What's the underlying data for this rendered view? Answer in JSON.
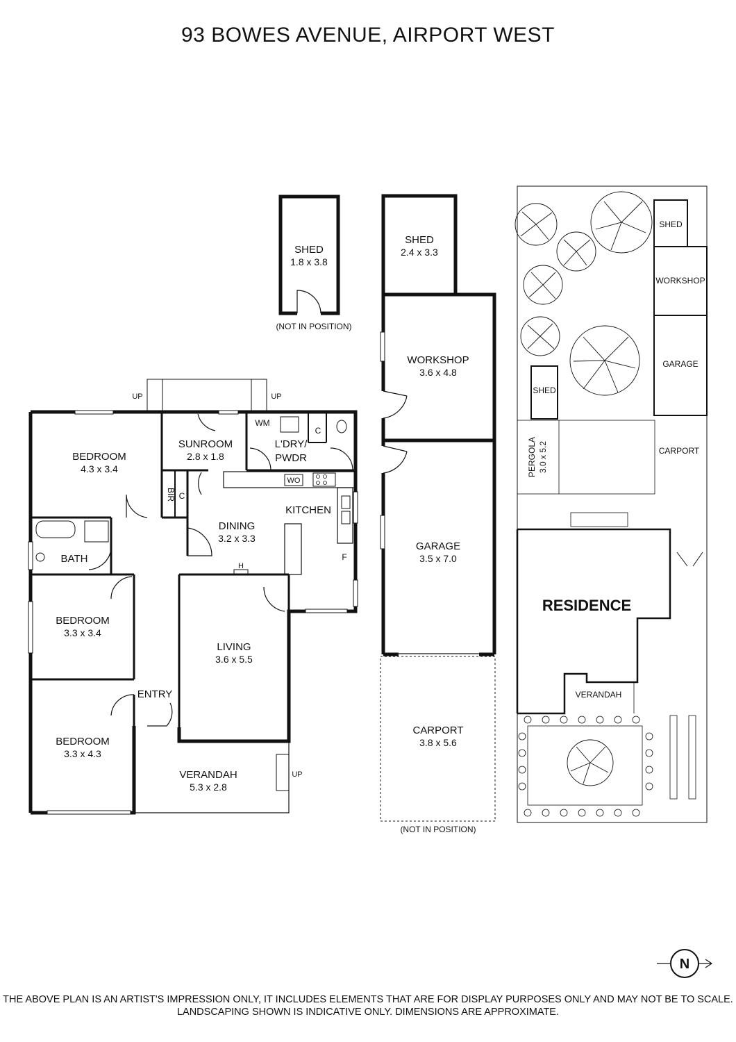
{
  "title": "93 BOWES AVENUE, AIRPORT WEST",
  "rooms": {
    "shed_a": {
      "name": "SHED",
      "dims": "1.8 x 3.8",
      "note": "(NOT IN POSITION)"
    },
    "shed_b": {
      "name": "SHED",
      "dims": "2.4 x 3.3"
    },
    "workshop": {
      "name": "WORKSHOP",
      "dims": "3.6 x 4.8"
    },
    "garage": {
      "name": "GARAGE",
      "dims": "3.5 x 7.0"
    },
    "carport": {
      "name": "CARPORT",
      "dims": "3.8 x 5.6",
      "note": "(NOT IN POSITION)"
    },
    "bedroom1": {
      "name": "BEDROOM",
      "dims": "4.3 x 3.4"
    },
    "sunroom": {
      "name": "SUNROOM",
      "dims": "2.8 x 1.8"
    },
    "laundry": {
      "name": "L'DRY/",
      "name2": "PWDR"
    },
    "dining": {
      "name": "DINING",
      "dims": "3.2 x 3.3"
    },
    "kitchen": {
      "name": "KITCHEN"
    },
    "bath": {
      "name": "BATH"
    },
    "bedroom2": {
      "name": "BEDROOM",
      "dims": "3.3 x 3.4"
    },
    "living": {
      "name": "LIVING",
      "dims": "3.6 x 5.5"
    },
    "entry": {
      "name": "ENTRY"
    },
    "bedroom3": {
      "name": "BEDROOM",
      "dims": "3.3 x 4.3"
    },
    "verandah": {
      "name": "VERANDAH",
      "dims": "5.3 x 2.8"
    }
  },
  "fixtures": {
    "wm": "WM",
    "c1": "C",
    "c2": "C",
    "bir": "BIR",
    "wo": "WO",
    "f": "F",
    "h": "H",
    "up": "UP"
  },
  "site": {
    "shed": "SHED",
    "workshop": "WORKSHOP",
    "garage": "GARAGE",
    "shed2": "SHED",
    "pergola": "PERGOLA",
    "pergola_dims": "3.0 x 5.2",
    "carport": "CARPORT",
    "residence": "RESIDENCE",
    "verandah": "VERANDAH"
  },
  "compass": {
    "letter": "N"
  },
  "disclaimer": {
    "line1": "THE ABOVE PLAN IS AN ARTIST'S IMPRESSION ONLY, IT INCLUDES ELEMENTS THAT ARE FOR DISPLAY PURPOSES ONLY AND MAY NOT BE TO SCALE.",
    "line2": "LANDSCAPING SHOWN IS INDICATIVE ONLY. DIMENSIONS ARE APPROXIMATE."
  }
}
